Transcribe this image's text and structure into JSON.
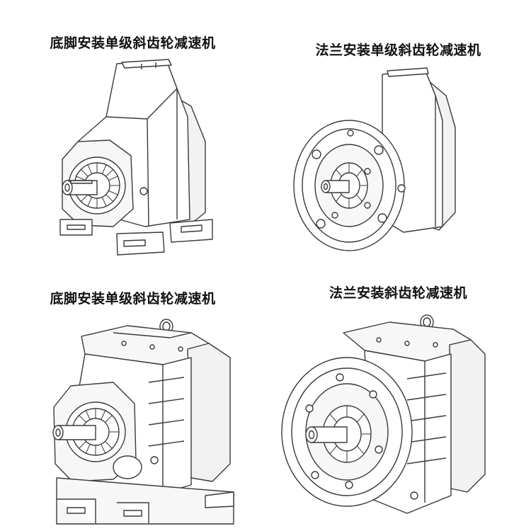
{
  "panels": [
    {
      "caption": "底脚安装单级斜齿轮减速机"
    },
    {
      "caption": "法兰安装单级斜齿轮减速机"
    },
    {
      "caption": "底脚安装单级斜齿轮减速机"
    },
    {
      "caption": "法兰安装斜齿轮减速机"
    }
  ],
  "colors": {
    "line": "#3a3a3a",
    "fill": "#ffffff",
    "shade": "#f2f2f2",
    "text": "#111111"
  }
}
